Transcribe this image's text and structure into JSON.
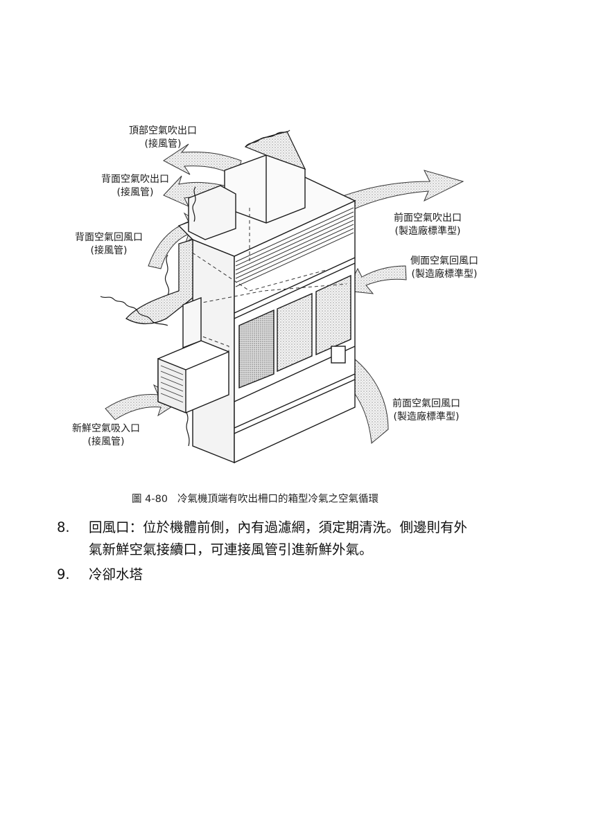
{
  "figure": {
    "labels": {
      "top_outlet": [
        "頂部空氣吹出口",
        "(接風管)"
      ],
      "back_outlet": [
        "背面空氣吹出口",
        "(接風管)"
      ],
      "back_return": [
        "背面空氣回風口",
        "(接風管)"
      ],
      "front_outlet": [
        "前面空氣吹出口",
        "(製造廠標準型)"
      ],
      "side_return": [
        "側面空氣回風口",
        "(製造廠標準型)"
      ],
      "front_return": [
        "前面空氣回風口",
        "(製造廠標準型)"
      ],
      "fresh_intake": [
        "新鮮空氣吸入口",
        "(接風管)"
      ]
    },
    "caption_number": "圖 4-80",
    "caption_text": "冷氣機頂端有吹出柵口的箱型冷氣之空氣循環"
  },
  "items": [
    {
      "number": "8.",
      "lines": [
        "回風口：位於機體前側，內有過濾網，須定期清洗。側邊則有外",
        "氣新鮮空氣接續口，可連接風管引進新鮮外氣。"
      ]
    },
    {
      "number": "9.",
      "lines": [
        "冷卻水塔"
      ]
    }
  ]
}
